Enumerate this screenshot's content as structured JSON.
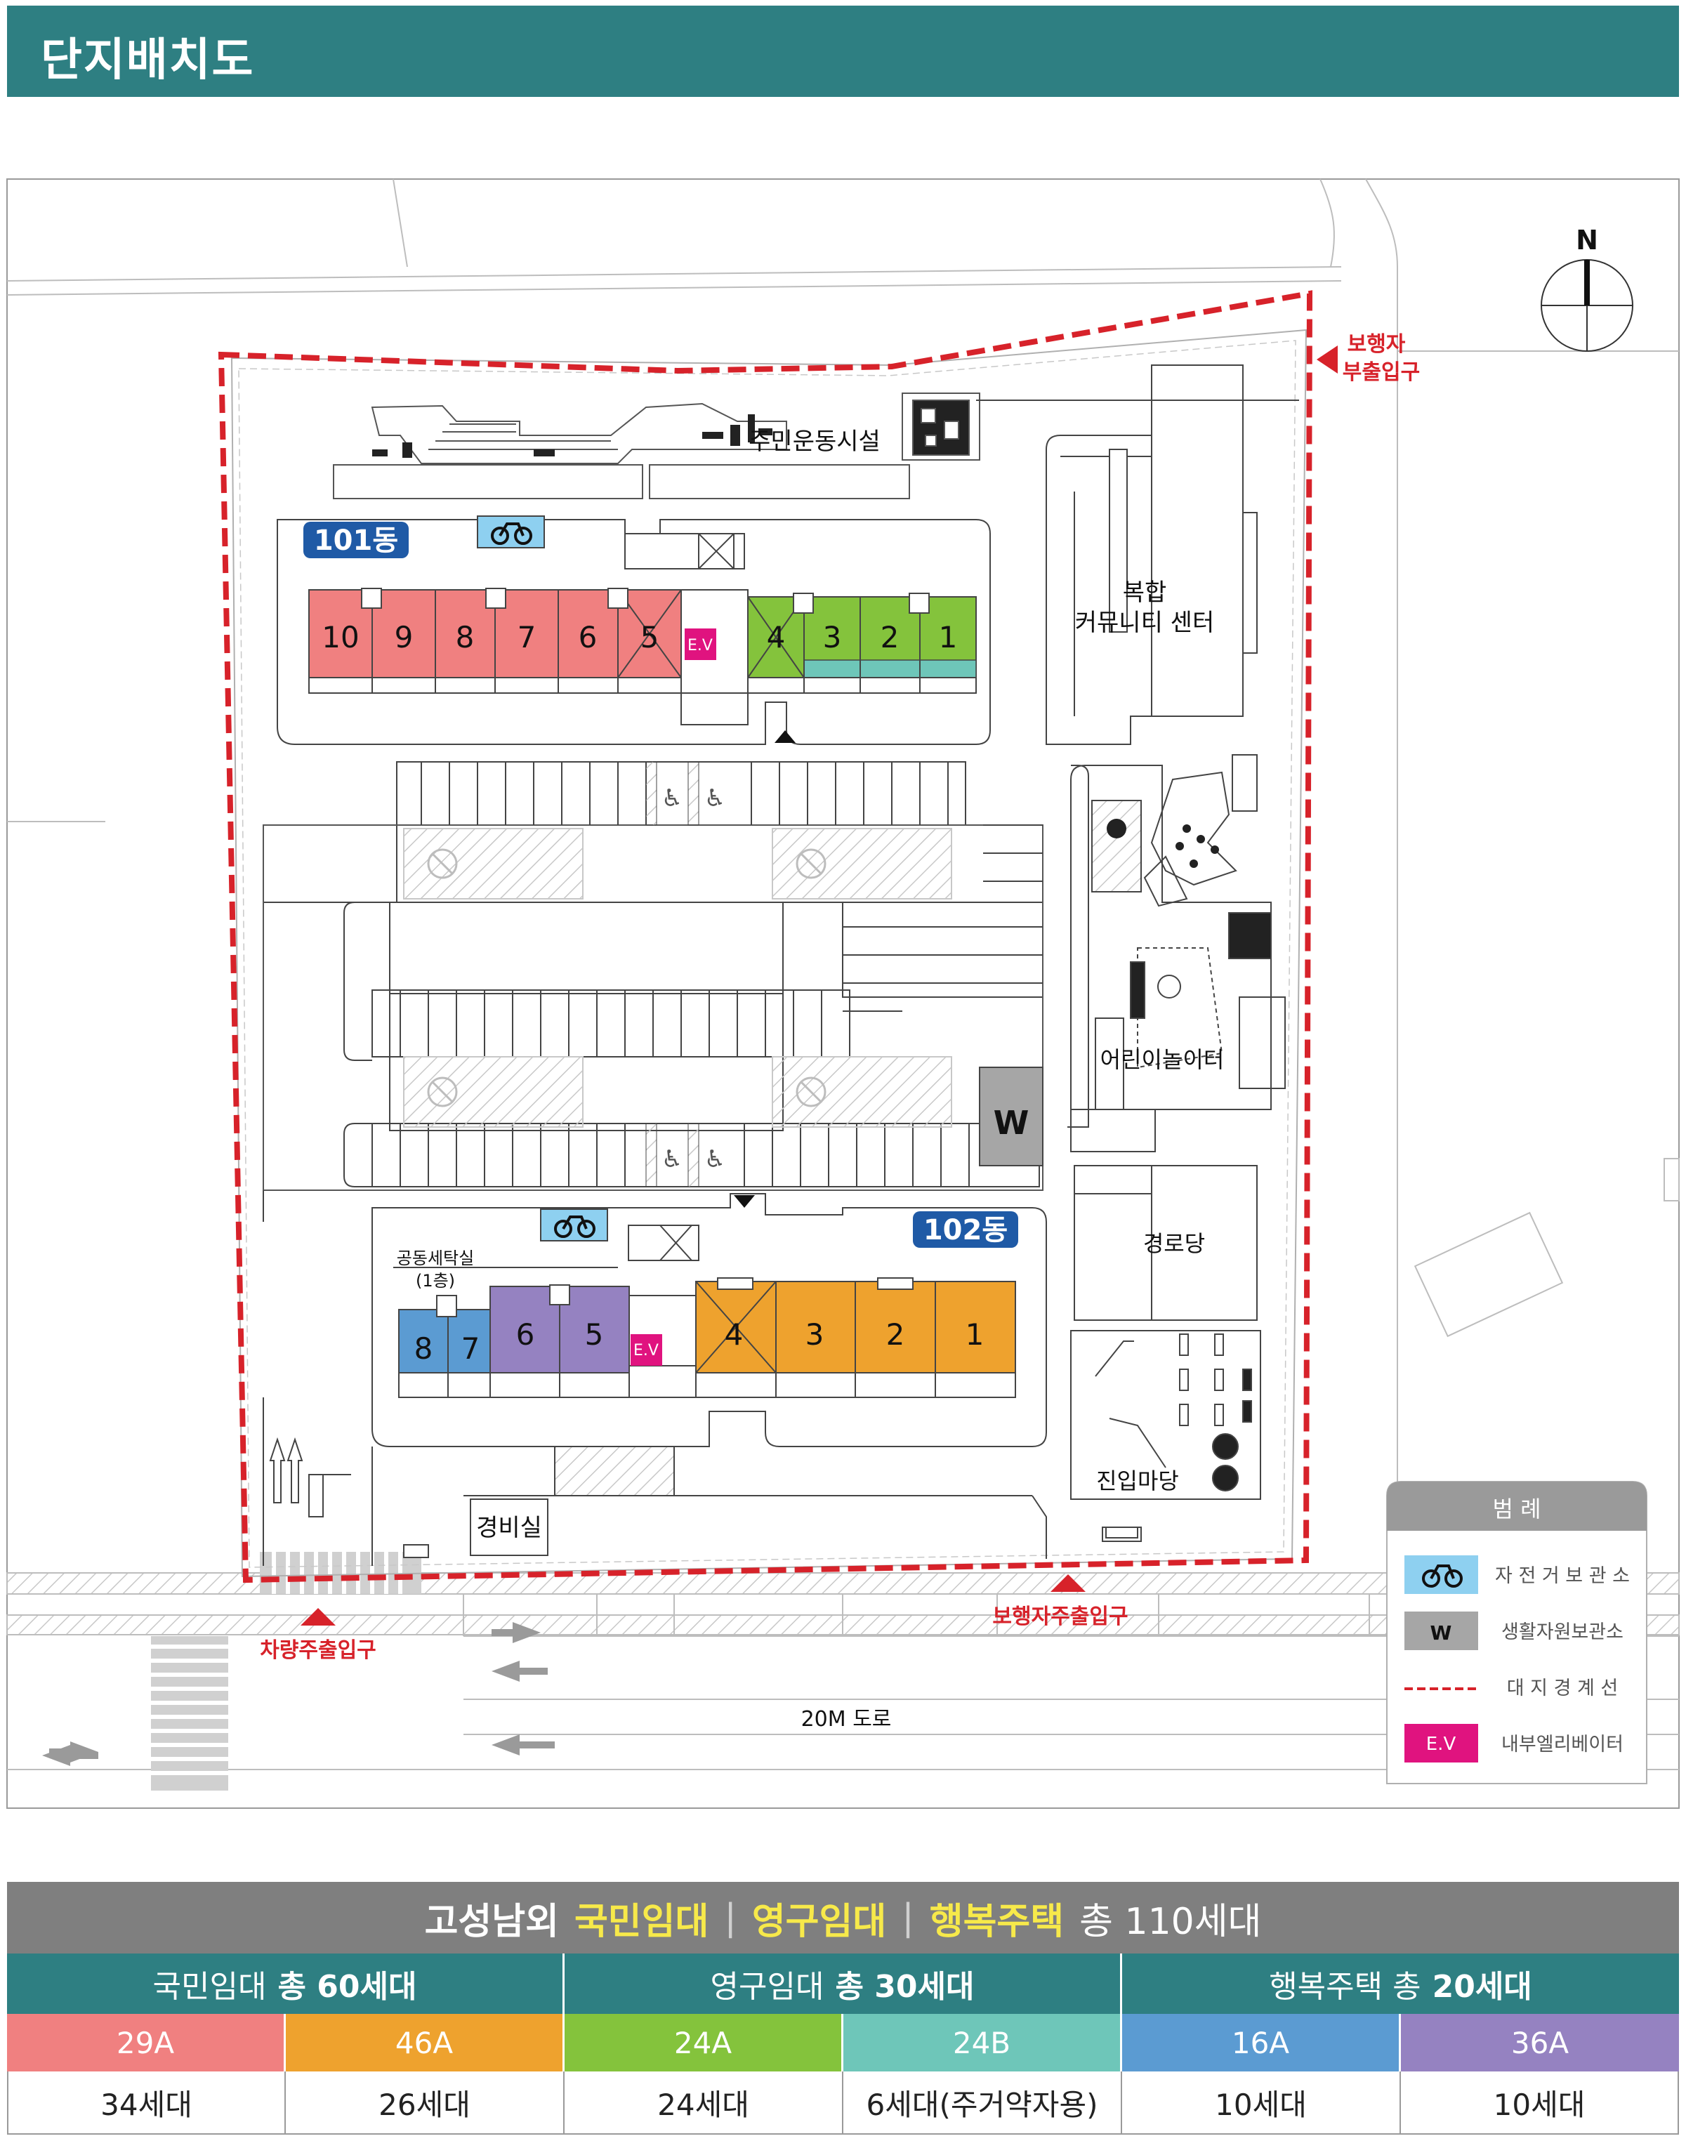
{
  "header": {
    "title": "단지배치도"
  },
  "compass": {
    "north_label": "N"
  },
  "buildings": {
    "b101": {
      "label": "101동",
      "units_left": [
        "10",
        "9",
        "8",
        "7",
        "6",
        "5"
      ],
      "units_right": [
        "4",
        "3",
        "2",
        "1"
      ],
      "ev": "E.V"
    },
    "b102": {
      "label": "102동",
      "units_blue": [
        "8",
        "7"
      ],
      "units_purple": [
        "6",
        "5"
      ],
      "units_orange": [
        "4",
        "3",
        "2",
        "1"
      ],
      "ev": "E.V",
      "laundry_line1": "공동세탁실",
      "laundry_line2": "(1층)"
    }
  },
  "facilities": {
    "fitness": "주민운동시설",
    "community_line1": "복합",
    "community_line2": "커뮤니티 센터",
    "playground": "어린이놀이터",
    "senior": "경로당",
    "plaza": "진입마당",
    "guard": "경비실",
    "waste": "W",
    "road": "20M 도로"
  },
  "entrances": {
    "ped_sub_line1": "보행자",
    "ped_sub_line2": "부출입구",
    "ped_main": "보행자주출입구",
    "vehicle_main": "차량주출입구"
  },
  "legend": {
    "title": "범 례",
    "items": [
      {
        "label": "자 전 거 보 관 소"
      },
      {
        "label": "생활자원보관소",
        "symbol": "W"
      },
      {
        "label": "대  지  경  계  선"
      },
      {
        "label": "내부엘리베이터",
        "symbol": "E.V"
      }
    ]
  },
  "colors": {
    "teal": "#2e7f82",
    "pink_29A": "#f08080",
    "orange_46A": "#eea22e",
    "green_24A": "#84c33c",
    "mint_24B": "#6ec6b9",
    "blue_16A": "#5b9bd2",
    "purple_36A": "#9582c1",
    "boundary_red": "#d7222a",
    "ev_magenta": "#e0137f",
    "bike_blue": "#8ed0f0"
  },
  "summary": {
    "title_region": "고성남외",
    "title_t1": "국민임대",
    "title_t2": "영구임대",
    "title_t3": "행복주택",
    "title_sep": "|",
    "title_total": "총 110세대",
    "categories": [
      {
        "name": "국민임대",
        "total": "총 60세대"
      },
      {
        "name": "영구임대",
        "total": "총 30세대"
      },
      {
        "name": "행복주택 총",
        "total": "20세대"
      }
    ],
    "types": [
      "29A",
      "46A",
      "24A",
      "24B",
      "16A",
      "36A"
    ],
    "counts": [
      "34세대",
      "26세대",
      "24세대",
      "6세대(주거약자용)",
      "10세대",
      "10세대"
    ]
  }
}
